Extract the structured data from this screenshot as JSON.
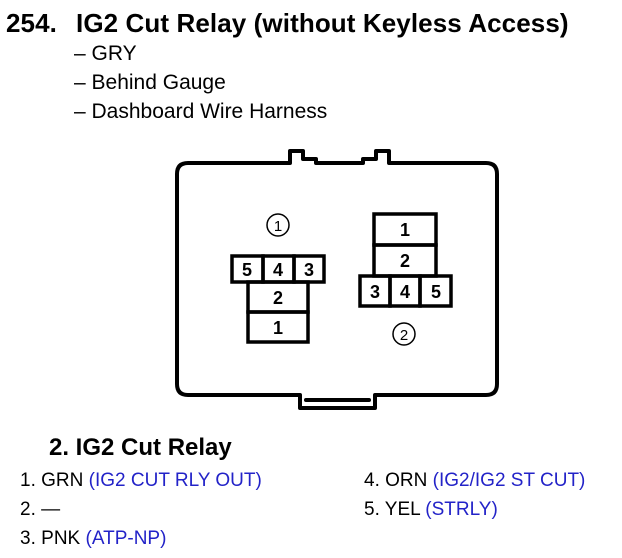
{
  "header": {
    "number": "254.",
    "title": "IG2 Cut Relay (without Keyless Access)"
  },
  "details": [
    "– GRY",
    "– Behind Gauge",
    "– Dashboard Wire Harness"
  ],
  "connector": {
    "left_marker": "1",
    "right_marker": "2",
    "left_pins_top": [
      "5",
      "4",
      "3"
    ],
    "left_pins_lower": [
      "2",
      "1"
    ],
    "right_pins_upper": [
      "1",
      "2"
    ],
    "right_pins_bottom": [
      "3",
      "4",
      "5"
    ]
  },
  "section_title": "2. IG2 Cut Relay",
  "pins": [
    {
      "num": "1.",
      "color": "GRN",
      "desc": "(IG2 CUT RLY OUT)"
    },
    {
      "num": "2.",
      "color": "—",
      "desc": ""
    },
    {
      "num": "3.",
      "color": "PNK",
      "desc": "(ATP-NP)"
    },
    {
      "num": "4.",
      "color": "ORN",
      "desc": "(IG2/IG2 ST CUT)"
    },
    {
      "num": "5.",
      "color": "YEL",
      "desc": "(STRLY)"
    }
  ],
  "colors": {
    "signal_text": "#2323c8",
    "line": "#000000"
  }
}
